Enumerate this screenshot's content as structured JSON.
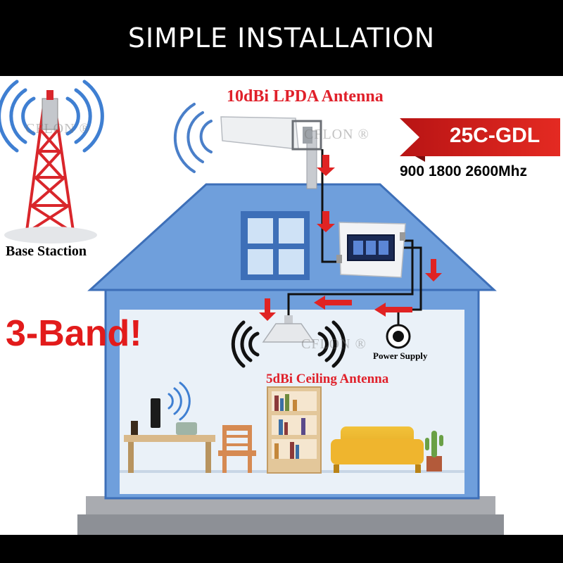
{
  "header": {
    "title": "SIMPLE INSTALLATION"
  },
  "labels": {
    "lpda_antenna": "10dBi LPDA Antenna",
    "base_station": "Base Staction",
    "band": "3-Band!",
    "ceiling_antenna": "5dBi Ceiling Antenna",
    "power_supply": "Power Supply",
    "model": "25C-GDL",
    "frequencies": "900 1800 2600Mhz"
  },
  "watermark": {
    "text": "CFLON ®"
  },
  "colors": {
    "accent_red": "#e0202a",
    "house_blue": "#6f9fdc",
    "house_outline": "#3d6fb8",
    "interior": "#eaf1f8",
    "tower_red": "#d9262b"
  },
  "icons": {
    "tower": "cell-tower-icon",
    "antenna": "lpda-antenna-icon",
    "repeater": "signal-booster-icon",
    "ceiling": "ceiling-antenna-icon",
    "power": "power-plug-icon"
  }
}
